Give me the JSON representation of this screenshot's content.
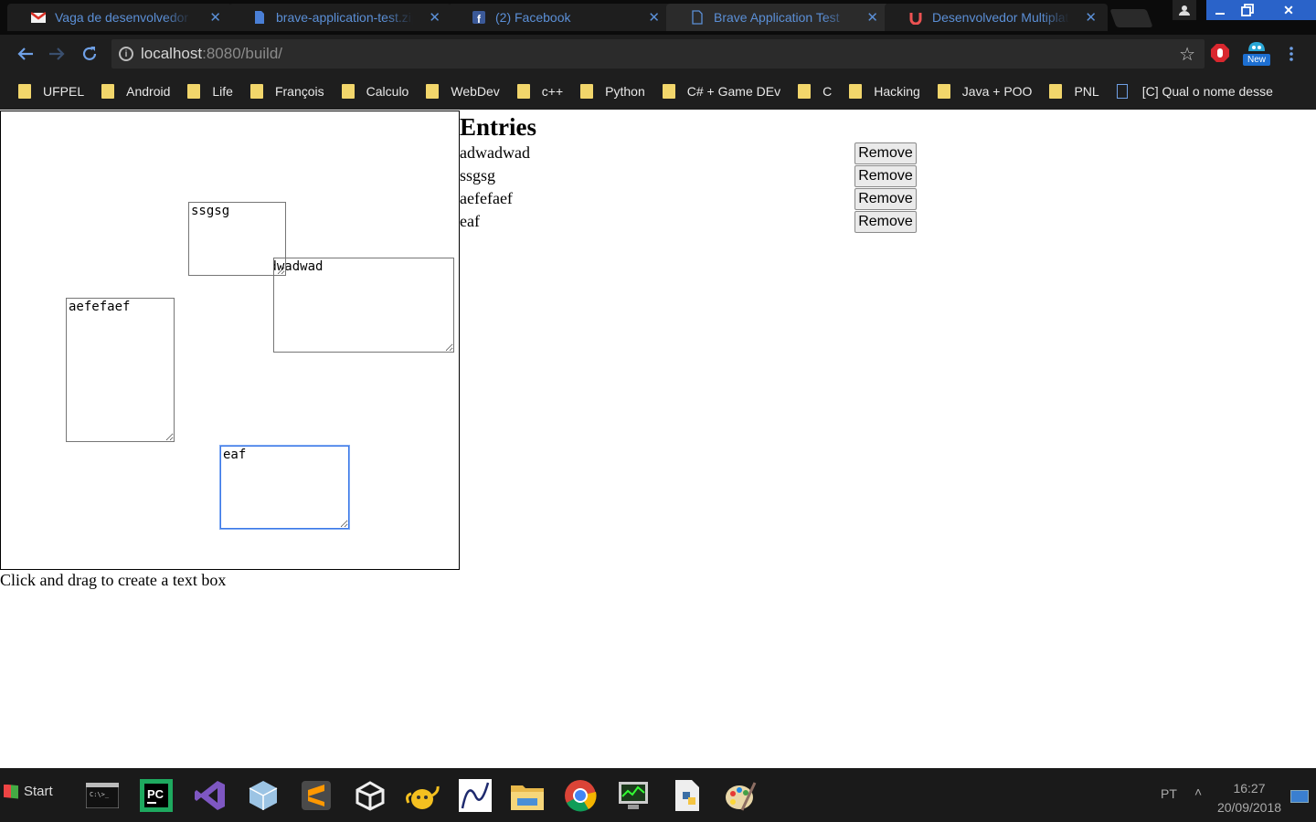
{
  "browser": {
    "tabs": [
      {
        "title": "Vaga de desenvolvedor Fro",
        "icon": "gmail-icon",
        "active": false
      },
      {
        "title": "brave-application-test.zip",
        "icon": "document-icon",
        "active": false
      },
      {
        "title": "(2) Facebook",
        "icon": "facebook-icon",
        "active": false
      },
      {
        "title": "Brave Application Test",
        "icon": "page-icon",
        "active": true
      },
      {
        "title": "Desenvolvedor Multiplatafo",
        "icon": "udemy-icon",
        "active": false
      }
    ],
    "url": {
      "host": "localhost",
      "path": ":8080/build/"
    },
    "extension_badge": "New",
    "bookmarks": [
      {
        "label": "UFPEL",
        "type": "folder"
      },
      {
        "label": "Android",
        "type": "folder"
      },
      {
        "label": "Life",
        "type": "folder"
      },
      {
        "label": "François",
        "type": "folder"
      },
      {
        "label": "Calculo",
        "type": "folder"
      },
      {
        "label": "WebDev",
        "type": "folder"
      },
      {
        "label": "c++",
        "type": "folder"
      },
      {
        "label": "Python",
        "type": "folder"
      },
      {
        "label": "C# + Game DEv",
        "type": "folder"
      },
      {
        "label": "C",
        "type": "folder"
      },
      {
        "label": "Hacking",
        "type": "folder"
      },
      {
        "label": "Java + POO",
        "type": "folder"
      },
      {
        "label": "PNL",
        "type": "folder"
      },
      {
        "label": "[C] Qual o nome desse",
        "type": "page"
      }
    ]
  },
  "app": {
    "text_boxes": [
      {
        "text": "ssgsg"
      },
      {
        "text": "adwadwad"
      },
      {
        "text": "aefefaef"
      },
      {
        "text": "eaf",
        "focused": true
      }
    ],
    "hint": "Click and drag to create a text box",
    "entries_title": "Entries",
    "remove_label": "Remove",
    "entries": [
      "adwadwad",
      "ssgsg",
      "aefefaef",
      "eaf"
    ]
  },
  "taskbar": {
    "start_label": "Start",
    "apps": [
      "terminal-icon",
      "pycharm-icon",
      "visual-studio-icon",
      "cube-icon",
      "sublime-text-icon",
      "unity-icon",
      "teapot-icon",
      "graph-icon",
      "file-explorer-icon",
      "chrome-icon",
      "task-manager-icon",
      "python-file-icon",
      "paint-icon"
    ],
    "language": "PT",
    "time": "16:27",
    "date": "20/09/2018"
  },
  "colors": {
    "tab_text": "#5b8fd6",
    "window_button": "#2a63c9",
    "focus_border": "#3b78e7"
  }
}
